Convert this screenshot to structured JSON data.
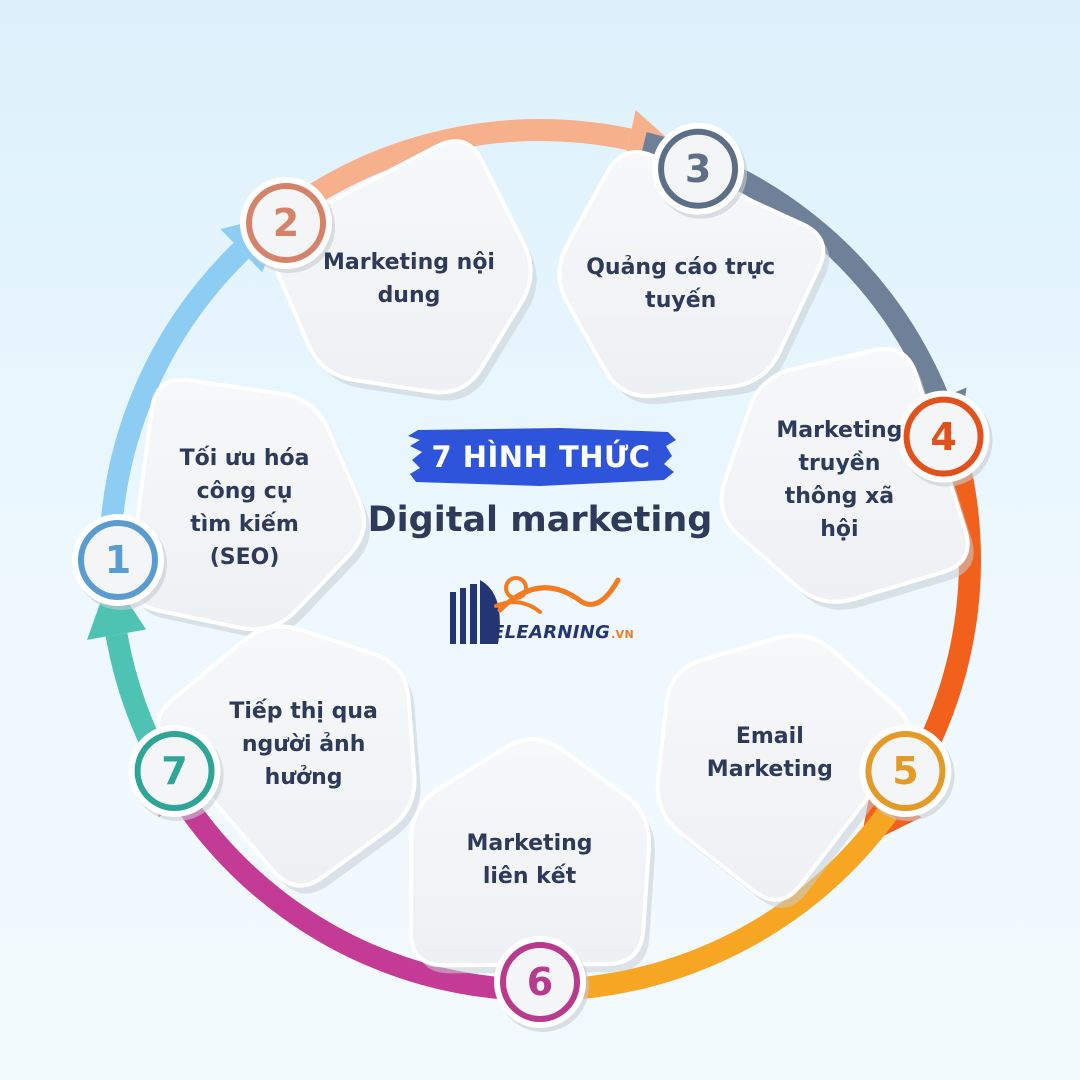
{
  "header": {
    "badge": "7 HÌNH THỨC",
    "subtitle": "Digital marketing"
  },
  "logo": {
    "text": "ELEARNING",
    "suffix": ".VN",
    "colors": {
      "navy": "#243574",
      "orange": "#f47b20"
    }
  },
  "steps": [
    {
      "number": "1",
      "label": "Tối ưu hóa công cụ tìm kiếm (SEO)",
      "lines": [
        "Tối ưu hóa",
        "công cụ",
        "tìm kiếm",
        "(SEO)"
      ],
      "color": "#5a9ccf"
    },
    {
      "number": "2",
      "label": "Marketing nội dung",
      "lines": [
        "Marketing nội",
        "dung"
      ],
      "color": "#d4836a"
    },
    {
      "number": "3",
      "label": "Quảng cáo trực tuyến",
      "lines": [
        "Quảng cáo trực",
        "tuyến"
      ],
      "color": "#5d6f86"
    },
    {
      "number": "4",
      "label": "Marketing truyền thông xã hội",
      "lines": [
        "Marketing",
        "truyền",
        "thông xã",
        "hội"
      ],
      "color": "#e2501b"
    },
    {
      "number": "5",
      "label": "Email Marketing",
      "lines": [
        "Email",
        "Marketing"
      ],
      "color": "#e39a26"
    },
    {
      "number": "6",
      "label": "Marketing liên kết",
      "lines": [
        "Marketing",
        "liên kết"
      ],
      "color": "#b83a8c"
    },
    {
      "number": "7",
      "label": "Tiếp thị qua người ảnh hưởng",
      "lines": [
        "Tiếp thị qua",
        "người ảnh",
        "hưởng"
      ],
      "color": "#2fa597"
    }
  ],
  "ring_colors": [
    "#8ecdf3",
    "#f6b08c",
    "#6f8199",
    "#f2611c",
    "#f6a623",
    "#c43b95",
    "#4fc3b3"
  ]
}
